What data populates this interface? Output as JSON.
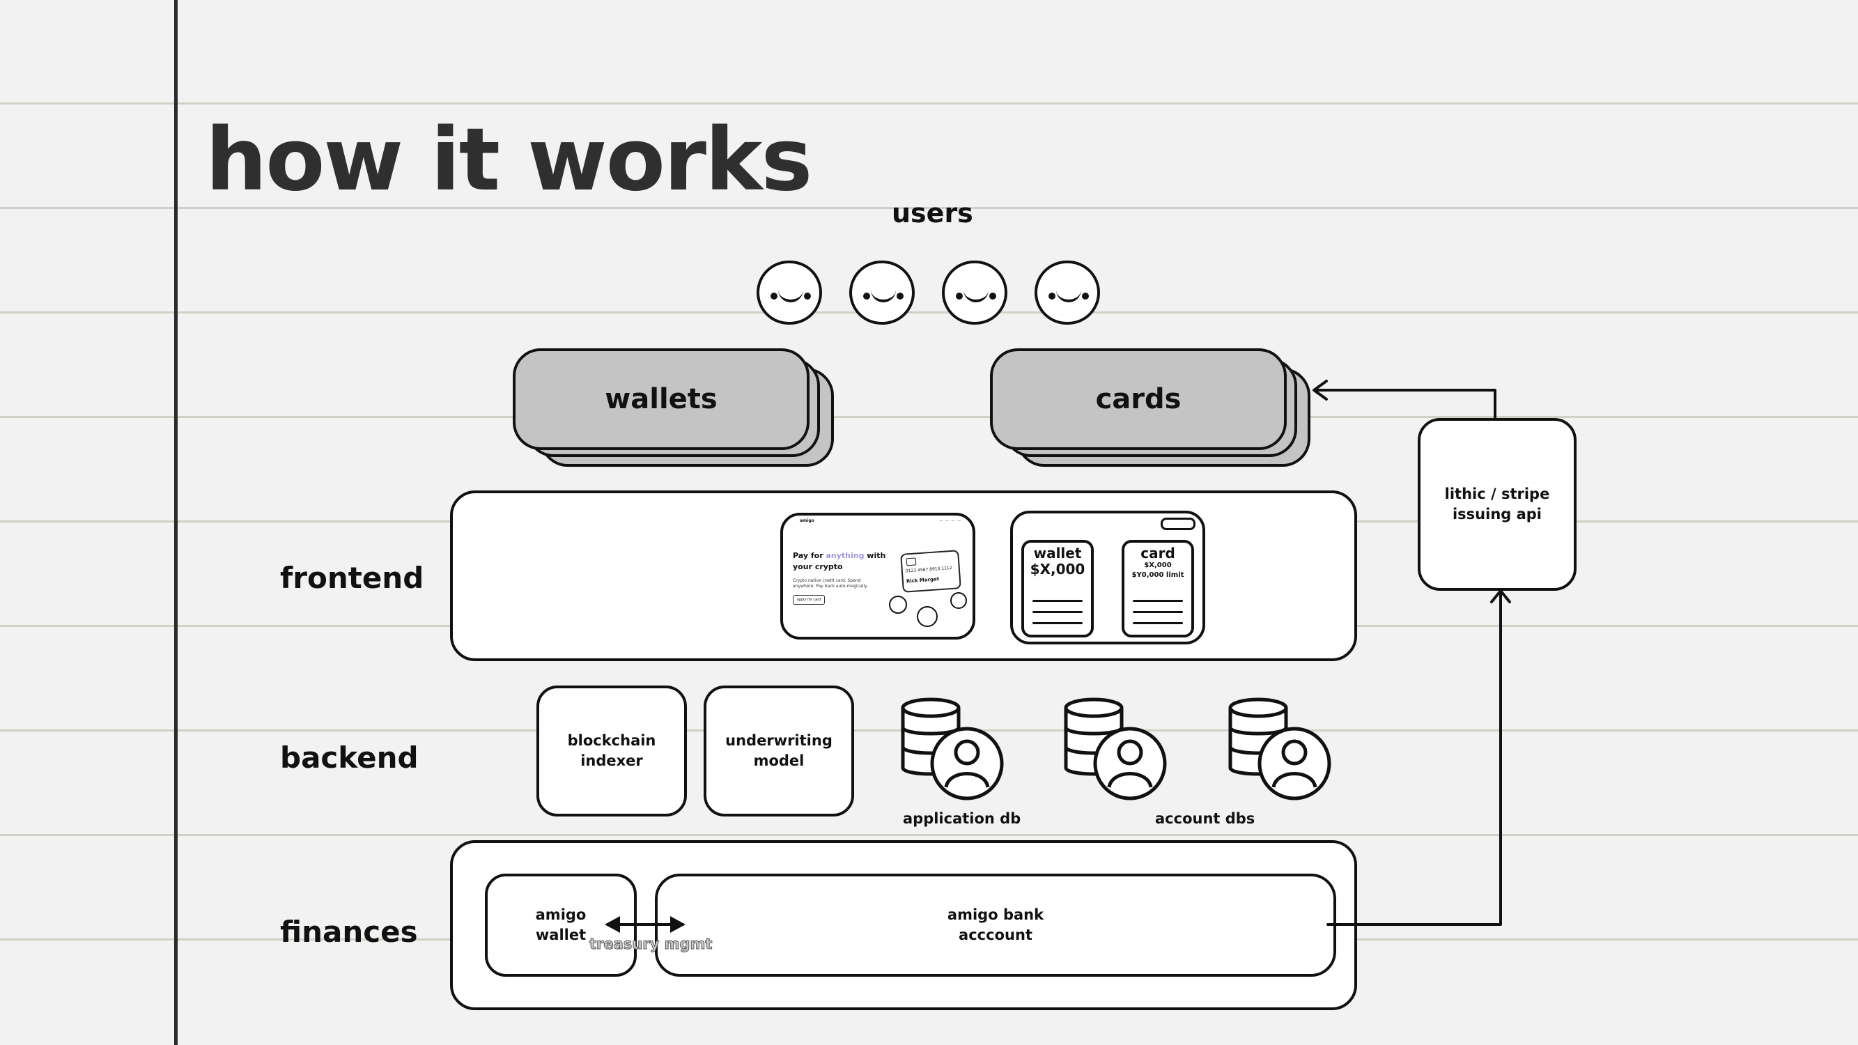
{
  "title": "how it works",
  "users_label": "users",
  "stacks": {
    "wallets": "wallets",
    "cards": "cards"
  },
  "layers": {
    "frontend": "frontend",
    "backend": "backend",
    "finances": "finances"
  },
  "frontend": {
    "web_preview": {
      "logo": "amigo",
      "hero_line1_a": "Pay for ",
      "hero_highlight": "anything",
      "hero_line1_b": " with",
      "hero_line2": "your crypto",
      "subtext": "Crypto native credit card. Spend anywhere. Pay back auto-magically.",
      "button": "apply for card",
      "card_number": "0123 4567 8910 1112",
      "card_name": "Rick Marget"
    },
    "wallet_card": {
      "title": "wallet",
      "amount": "$X,000"
    },
    "credit_card": {
      "title": "card",
      "amount": "$X,000",
      "limit": "$Y0,000 limit"
    }
  },
  "backend": {
    "blockchain_indexer": [
      "blockchain",
      "indexer"
    ],
    "underwriting_model": [
      "underwriting",
      "model"
    ],
    "application_db": "application db",
    "account_dbs": "account dbs"
  },
  "finances": {
    "amigo_wallet": [
      "amigo",
      "wallet"
    ],
    "amigo_bank": [
      "amigo bank",
      "acccount"
    ],
    "treasury": "treasury mgmt"
  },
  "issuing_api": [
    "lithic / stripe",
    "issuing api"
  ]
}
